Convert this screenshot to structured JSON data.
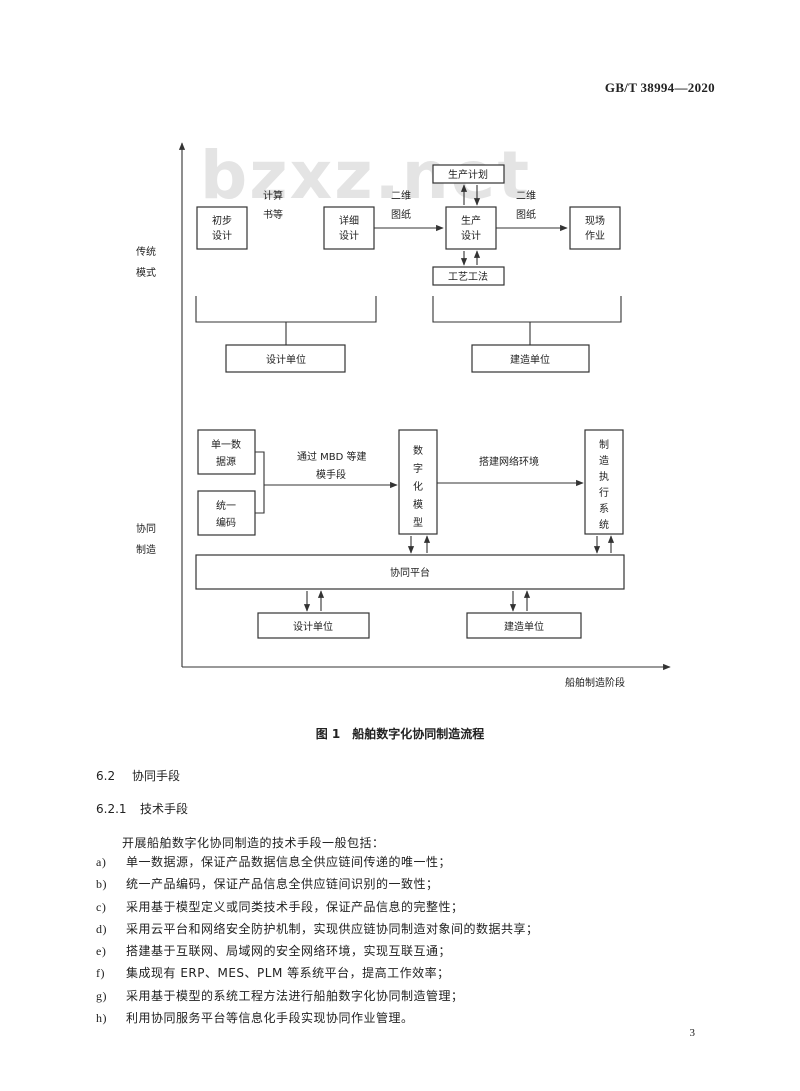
{
  "header": {
    "standard_code": "GB/T 38994—2020"
  },
  "watermark": "bzxz.net",
  "figure": {
    "axis_y_label_traditional": [
      "传统",
      "模式"
    ],
    "axis_y_label_collab": [
      "协同",
      "制造"
    ],
    "axis_x_label": "船舶制造阶段",
    "traditional": {
      "initial_design": [
        "初步",
        "设计"
      ],
      "calc_book": [
        "计算",
        "书等"
      ],
      "detail_design": [
        "详细",
        "设计"
      ],
      "drawing_1": [
        "二维",
        "图纸"
      ],
      "production_plan": "生产计划",
      "production_design": [
        "生产",
        "设计"
      ],
      "drawing_2": [
        "二维",
        "图纸"
      ],
      "site_work": [
        "现场",
        "作业"
      ],
      "process_method": "工艺工法",
      "design_unit": "设计单位",
      "build_unit": "建造单位"
    },
    "collaborative": {
      "single_source": [
        "单一数",
        "据源"
      ],
      "unified_coding": [
        "统一",
        "编码"
      ],
      "via_mbd": [
        "通过 MBD 等建",
        "模手段"
      ],
      "digital_model": [
        "数",
        "字",
        "化",
        "模",
        "型"
      ],
      "network_env": "搭建网络环境",
      "mes": [
        "制",
        "造",
        "执",
        "行",
        "系",
        "统"
      ],
      "platform": "协同平台",
      "design_unit": "设计单位",
      "build_unit": "建造单位"
    },
    "caption": "图 1　船舶数字化协同制造流程"
  },
  "section": {
    "num": "6.2",
    "title": "协同手段"
  },
  "subsection": {
    "num": "6.2.1",
    "title": "技术手段"
  },
  "intro": "开展船舶数字化协同制造的技术手段一般包括：",
  "items": [
    {
      "marker": "a)",
      "text": "单一数据源，保证产品数据信息全供应链间传递的唯一性；"
    },
    {
      "marker": "b)",
      "text": "统一产品编码，保证产品信息全供应链间识别的一致性；"
    },
    {
      "marker": "c)",
      "text": "采用基于模型定义或同类技术手段，保证产品信息的完整性；"
    },
    {
      "marker": "d)",
      "text": "采用云平台和网络安全防护机制，实现供应链协同制造对象间的数据共享；"
    },
    {
      "marker": "e)",
      "text": "搭建基于互联网、局域网的安全网络环境，实现互联互通；"
    },
    {
      "marker": "f)",
      "text": "集成现有 ERP、MES、PLM 等系统平台，提高工作效率；"
    },
    {
      "marker": "g)",
      "text": "采用基于模型的系统工程方法进行船舶数字化协同制造管理；"
    },
    {
      "marker": "h)",
      "text": "利用协同服务平台等信息化手段实现协同作业管理。"
    }
  ],
  "page_number": "3"
}
